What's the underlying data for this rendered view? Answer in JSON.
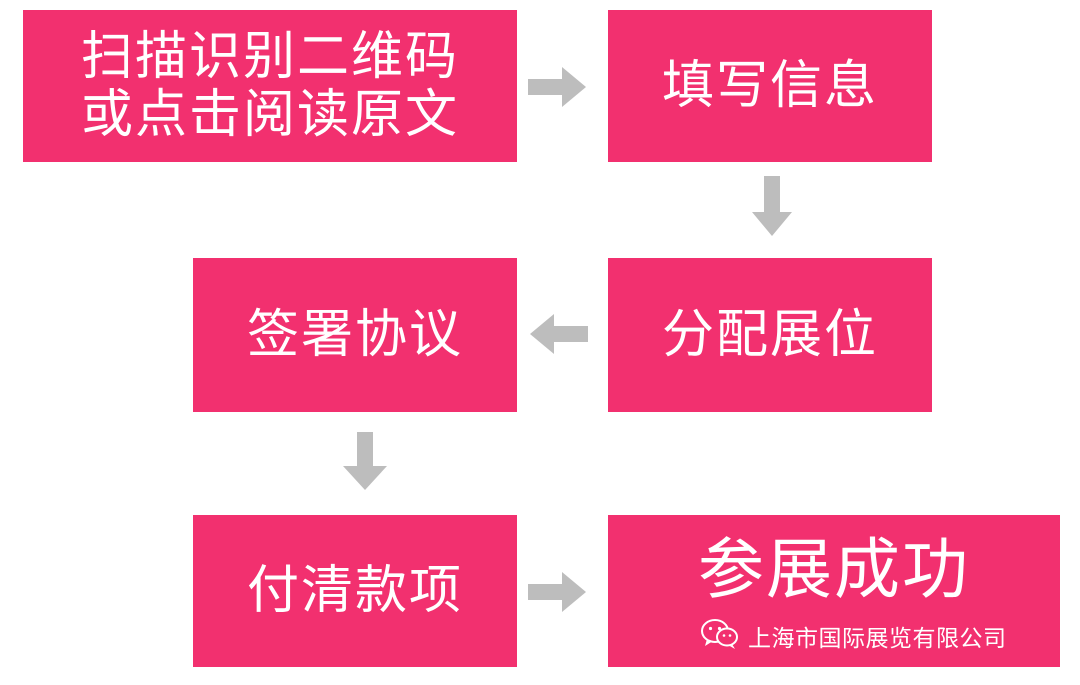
{
  "steps": [
    {
      "label": "扫描识别二维码\n或点击阅读原文"
    },
    {
      "label": "填写信息"
    },
    {
      "label": "分配展位"
    },
    {
      "label": "签署协议"
    },
    {
      "label": "付清款项"
    },
    {
      "label": "参展成功"
    }
  ],
  "watermark": {
    "text": "上海市国际展览有限公司",
    "icon": "wechat-icon"
  },
  "colors": {
    "box": "#f2306f",
    "arrow": "#bdbdbd",
    "text": "#ffffff"
  }
}
